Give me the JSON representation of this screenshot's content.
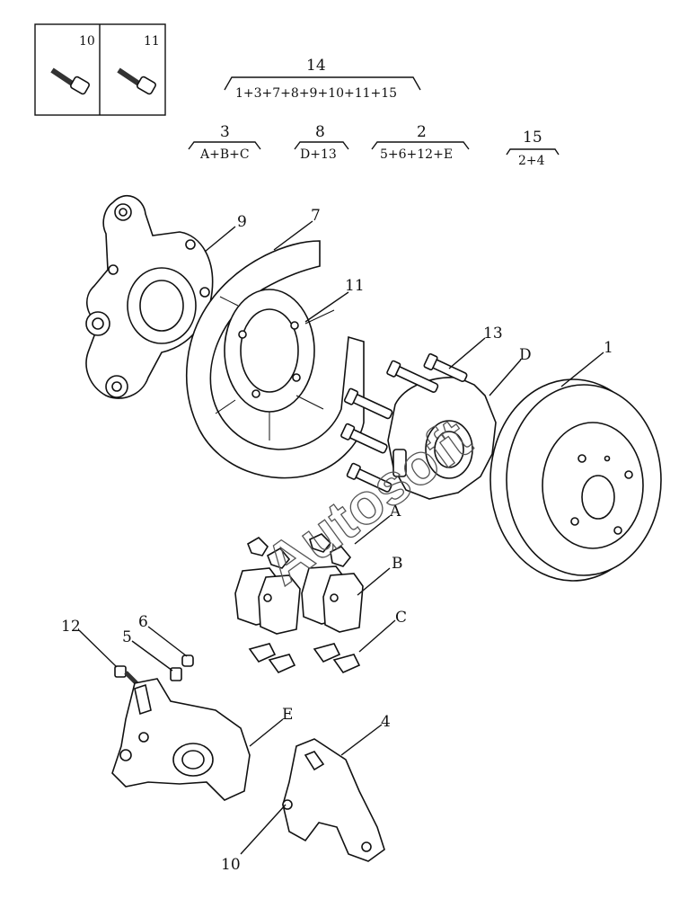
{
  "inset": {
    "labels": [
      "10",
      "11"
    ]
  },
  "formulas": [
    {
      "id": "f14",
      "top": "14",
      "bottom": "1+3+7+8+9+10+11+15"
    },
    {
      "id": "f3",
      "top": "3",
      "bottom": "A+B+C"
    },
    {
      "id": "f8",
      "top": "8",
      "bottom": "D+13"
    },
    {
      "id": "f2",
      "top": "2",
      "bottom": "5+6+12+E"
    },
    {
      "id": "f15",
      "top": "15",
      "bottom": "2+4"
    }
  ],
  "callouts": [
    "9",
    "7",
    "11",
    "13",
    "D",
    "1",
    "A",
    "B",
    "C",
    "6",
    "5",
    "12",
    "E",
    "4",
    "10"
  ],
  "watermark": "Autosoft",
  "colors": {
    "ink": "#111111",
    "paper": "#ffffff",
    "watermark": "#555555"
  }
}
